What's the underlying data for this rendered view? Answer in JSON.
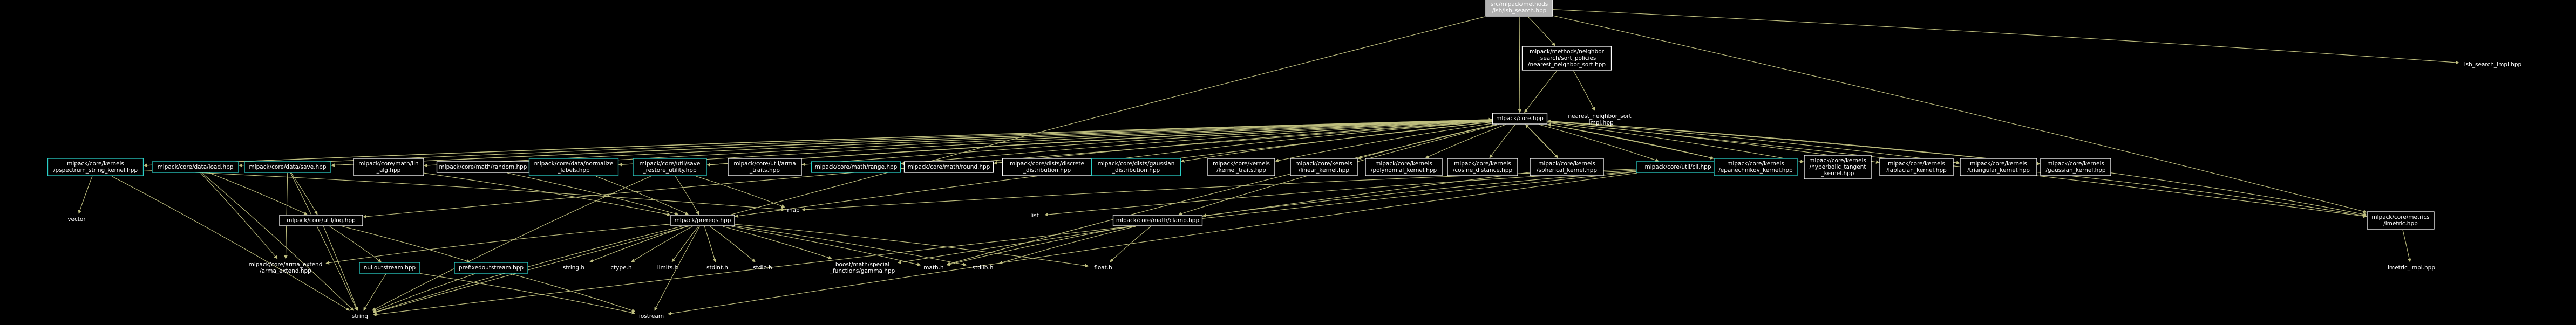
{
  "colors": {
    "background": "#000000",
    "edge": "#bfbf7f",
    "edge_dark": "#7f7f5f",
    "node_default_border": "#ffffff",
    "node_linked_border": "#2ad0c8",
    "node_root_fill": "#b0b0b0",
    "node_text": "#ffffff",
    "node_root_text": "#000000"
  },
  "graph": {
    "root": "lsh_search",
    "nodes": [
      {
        "id": "lsh_search",
        "lines": [
          "src/mlpack/methods",
          "/lsh/lsh_search.hpp"
        ],
        "kind": "root"
      },
      {
        "id": "nss_sort",
        "lines": [
          "mlpack/methods/neighbor",
          "_search/sort_policies",
          "/nearest_neighbor_sort.hpp"
        ],
        "kind": "plain"
      },
      {
        "id": "lsh_search_impl",
        "lines": [
          "lsh_search_impl.hpp"
        ],
        "kind": "leaf"
      },
      {
        "id": "nns_impl",
        "lines": [
          "nearest_neighbor_sort",
          "_impl.hpp"
        ],
        "kind": "leaf"
      },
      {
        "id": "core",
        "lines": [
          "mlpack/core.hpp"
        ],
        "kind": "plain"
      },
      {
        "id": "popcnt",
        "lines": [
          "mlpack/core/kernels",
          "/pspectrum_string_kernel.hpp"
        ],
        "kind": "linked"
      },
      {
        "id": "load",
        "lines": [
          "mlpack/core/data/load.hpp"
        ],
        "kind": "linked"
      },
      {
        "id": "save",
        "lines": [
          "mlpack/core/data/save.hpp"
        ],
        "kind": "linked"
      },
      {
        "id": "lin_alg",
        "lines": [
          "mlpack/core/math/lin",
          "_alg.hpp"
        ],
        "kind": "plain"
      },
      {
        "id": "random",
        "lines": [
          "mlpack/core/math/random.hpp"
        ],
        "kind": "plain"
      },
      {
        "id": "normalize",
        "lines": [
          "mlpack/core/data/normalize",
          "_labels.hpp"
        ],
        "kind": "linked"
      },
      {
        "id": "save_restore",
        "lines": [
          "mlpack/core/util/save",
          "_restore_utility.hpp"
        ],
        "kind": "linked"
      },
      {
        "id": "arma_traits",
        "lines": [
          "mlpack/core/util/arma",
          "_traits.hpp"
        ],
        "kind": "plain"
      },
      {
        "id": "range",
        "lines": [
          "mlpack/core/math/range.hpp"
        ],
        "kind": "linked"
      },
      {
        "id": "round",
        "lines": [
          "mlpack/core/math/round.hpp"
        ],
        "kind": "plain"
      },
      {
        "id": "discrete",
        "lines": [
          "mlpack/core/dists/discrete",
          "_distribution.hpp"
        ],
        "kind": "plain"
      },
      {
        "id": "gaussian_dist",
        "lines": [
          "mlpack/core/dists/gaussian",
          "_distribution.hpp"
        ],
        "kind": "linked"
      },
      {
        "id": "kernel_traits",
        "lines": [
          "mlpack/core/kernels",
          "/kernel_traits.hpp"
        ],
        "kind": "plain"
      },
      {
        "id": "linear_kernel",
        "lines": [
          "mlpack/core/kernels",
          "/linear_kernel.hpp"
        ],
        "kind": "plain"
      },
      {
        "id": "poly_kernel",
        "lines": [
          "mlpack/core/kernels",
          "/polynomial_kernel.hpp"
        ],
        "kind": "plain"
      },
      {
        "id": "cosine",
        "lines": [
          "mlpack/core/kernels",
          "/cosine_distance.hpp"
        ],
        "kind": "plain"
      },
      {
        "id": "spherical",
        "lines": [
          "mlpack/core/kernels",
          "/spherical_kernel.hpp"
        ],
        "kind": "plain"
      },
      {
        "id": "cli",
        "lines": [
          "mlpack/core/util/cli.hpp"
        ],
        "kind": "linked"
      },
      {
        "id": "epan",
        "lines": [
          "mlpack/core/kernels",
          "/epanechnikov_kernel.hpp"
        ],
        "kind": "linked"
      },
      {
        "id": "hyptan",
        "lines": [
          "mlpack/core/kernels",
          "/hyperbolic_tangent",
          "_kernel.hpp"
        ],
        "kind": "plain"
      },
      {
        "id": "laplacian",
        "lines": [
          "mlpack/core/kernels",
          "/laplacian_kernel.hpp"
        ],
        "kind": "plain"
      },
      {
        "id": "triangular",
        "lines": [
          "mlpack/core/kernels",
          "/triangular_kernel.hpp"
        ],
        "kind": "plain"
      },
      {
        "id": "gauss_kernel",
        "lines": [
          "mlpack/core/kernels",
          "/gaussian_kernel.hpp"
        ],
        "kind": "plain"
      },
      {
        "id": "vector",
        "lines": [
          "vector"
        ],
        "kind": "leaf"
      },
      {
        "id": "log",
        "lines": [
          "mlpack/core/util/log.hpp"
        ],
        "kind": "plain"
      },
      {
        "id": "map",
        "lines": [
          "map"
        ],
        "kind": "leaf"
      },
      {
        "id": "prereqs",
        "lines": [
          "mlpack/prereqs.hpp"
        ],
        "kind": "plain"
      },
      {
        "id": "list",
        "lines": [
          "list"
        ],
        "kind": "leaf"
      },
      {
        "id": "clamp",
        "lines": [
          "mlpack/core/math/clamp.hpp"
        ],
        "kind": "plain"
      },
      {
        "id": "lmetric",
        "lines": [
          "mlpack/core/metrics",
          "/lmetric.hpp"
        ],
        "kind": "plain"
      },
      {
        "id": "arma_extend",
        "lines": [
          "mlpack/core/arma_extend",
          "/arma_extend.hpp"
        ],
        "kind": "leaf"
      },
      {
        "id": "nulloutstream",
        "lines": [
          "nulloutstream.hpp"
        ],
        "kind": "linked"
      },
      {
        "id": "prefixedoutstream",
        "lines": [
          "prefixedoutstream.hpp"
        ],
        "kind": "linked"
      },
      {
        "id": "string_h",
        "lines": [
          "string.h"
        ],
        "kind": "leaf"
      },
      {
        "id": "ctype_h",
        "lines": [
          "ctype.h"
        ],
        "kind": "leaf"
      },
      {
        "id": "limits_h",
        "lines": [
          "limits.h"
        ],
        "kind": "leaf"
      },
      {
        "id": "stdint_h",
        "lines": [
          "stdint.h"
        ],
        "kind": "leaf"
      },
      {
        "id": "stdio_h",
        "lines": [
          "stdio.h"
        ],
        "kind": "leaf"
      },
      {
        "id": "gamma",
        "lines": [
          "boost/math/special",
          "_functions/gamma.hpp"
        ],
        "kind": "leaf"
      },
      {
        "id": "math_h",
        "lines": [
          "math.h"
        ],
        "kind": "leaf"
      },
      {
        "id": "stdlib_h",
        "lines": [
          "stdlib.h"
        ],
        "kind": "leaf"
      },
      {
        "id": "float_h",
        "lines": [
          "float.h"
        ],
        "kind": "leaf"
      },
      {
        "id": "lmetric_impl",
        "lines": [
          "lmetric_impl.hpp"
        ],
        "kind": "leaf"
      },
      {
        "id": "string",
        "lines": [
          "string"
        ],
        "kind": "leaf"
      },
      {
        "id": "iostream",
        "lines": [
          "iostream"
        ],
        "kind": "leaf"
      }
    ],
    "edges": [
      [
        "lsh_search",
        "nss_sort"
      ],
      [
        "lsh_search",
        "lsh_search_impl"
      ],
      [
        "lsh_search",
        "core"
      ],
      [
        "lsh_search",
        "string"
      ],
      [
        "lsh_search",
        "lmetric"
      ],
      [
        "nss_sort",
        "core"
      ],
      [
        "nss_sort",
        "nns_impl"
      ],
      [
        "core",
        "popcnt"
      ],
      [
        "core",
        "load"
      ],
      [
        "core",
        "save"
      ],
      [
        "core",
        "lin_alg"
      ],
      [
        "core",
        "random"
      ],
      [
        "core",
        "normalize"
      ],
      [
        "core",
        "save_restore"
      ],
      [
        "core",
        "arma_traits"
      ],
      [
        "core",
        "range"
      ],
      [
        "core",
        "round"
      ],
      [
        "core",
        "discrete"
      ],
      [
        "core",
        "gaussian_dist"
      ],
      [
        "core",
        "kernel_traits"
      ],
      [
        "core",
        "linear_kernel"
      ],
      [
        "core",
        "poly_kernel"
      ],
      [
        "core",
        "cosine"
      ],
      [
        "core",
        "spherical"
      ],
      [
        "core",
        "cli"
      ],
      [
        "core",
        "epan"
      ],
      [
        "core",
        "hyptan"
      ],
      [
        "core",
        "laplacian"
      ],
      [
        "core",
        "triangular"
      ],
      [
        "core",
        "gauss_kernel"
      ],
      [
        "core",
        "lmetric"
      ],
      [
        "core",
        "prereqs"
      ],
      [
        "core",
        "log"
      ],
      [
        "core",
        "clamp"
      ],
      [
        "core",
        "math_h"
      ],
      [
        "popcnt",
        "vector"
      ],
      [
        "popcnt",
        "map"
      ],
      [
        "popcnt",
        "string"
      ],
      [
        "popcnt",
        "core"
      ],
      [
        "load",
        "log"
      ],
      [
        "load",
        "arma_extend"
      ],
      [
        "load",
        "string"
      ],
      [
        "save",
        "log"
      ],
      [
        "save",
        "arma_extend"
      ],
      [
        "save",
        "string"
      ],
      [
        "save",
        "core"
      ],
      [
        "lin_alg",
        "prereqs"
      ],
      [
        "random",
        "prereqs"
      ],
      [
        "normalize",
        "prereqs"
      ],
      [
        "save_restore",
        "prereqs"
      ],
      [
        "save_restore",
        "map"
      ],
      [
        "save_restore",
        "string"
      ],
      [
        "save_restore",
        "core"
      ],
      [
        "cli",
        "list"
      ],
      [
        "cli",
        "map"
      ],
      [
        "cli",
        "string"
      ],
      [
        "cli",
        "iostream"
      ],
      [
        "cli",
        "clamp"
      ],
      [
        "spherical",
        "core"
      ],
      [
        "spherical",
        "gamma"
      ],
      [
        "log",
        "nulloutstream"
      ],
      [
        "log",
        "prefixedoutstream"
      ],
      [
        "log",
        "string"
      ],
      [
        "prereqs",
        "string_h"
      ],
      [
        "prereqs",
        "ctype_h"
      ],
      [
        "prereqs",
        "limits_h"
      ],
      [
        "prereqs",
        "stdint_h"
      ],
      [
        "prereqs",
        "stdio_h"
      ],
      [
        "prereqs",
        "gamma"
      ],
      [
        "prereqs",
        "math_h"
      ],
      [
        "prereqs",
        "stdlib_h"
      ],
      [
        "prereqs",
        "float_h"
      ],
      [
        "prereqs",
        "arma_extend"
      ],
      [
        "prereqs",
        "iostream"
      ],
      [
        "prereqs",
        "string"
      ],
      [
        "clamp",
        "math_h"
      ],
      [
        "clamp",
        "stdlib_h"
      ],
      [
        "clamp",
        "float_h"
      ],
      [
        "nulloutstream",
        "string"
      ],
      [
        "nulloutstream",
        "iostream"
      ],
      [
        "prefixedoutstream",
        "string"
      ],
      [
        "prefixedoutstream",
        "iostream"
      ],
      [
        "lmetric",
        "lmetric_impl"
      ],
      [
        "triangular",
        "lmetric"
      ],
      [
        "gauss_kernel",
        "lmetric"
      ],
      [
        "gauss_kernel",
        "core"
      ],
      [
        "epan",
        "core"
      ]
    ]
  }
}
